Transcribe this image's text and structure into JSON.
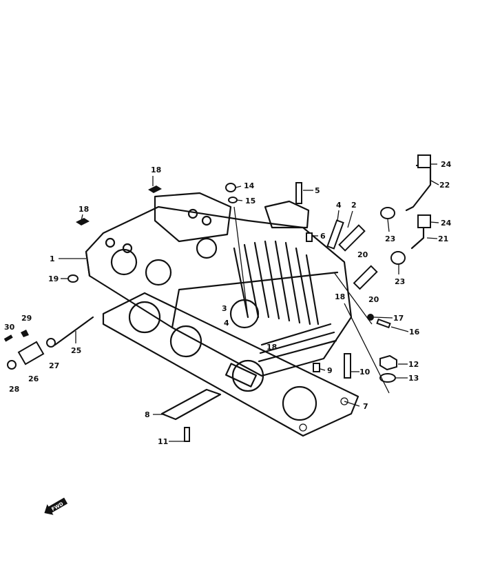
{
  "diagram": {
    "title": "Cylinder head exploded parts view",
    "callouts": [
      "1",
      "2",
      "3",
      "4",
      "4",
      "5",
      "6",
      "7",
      "8",
      "9",
      "10",
      "11",
      "12",
      "13",
      "14",
      "15",
      "16",
      "17",
      "18",
      "18",
      "18",
      "18",
      "19",
      "20",
      "20",
      "21",
      "22",
      "23",
      "23",
      "24",
      "24",
      "25",
      "26",
      "27",
      "28",
      "29",
      "30"
    ],
    "forward_arrow_text": "FWD"
  }
}
